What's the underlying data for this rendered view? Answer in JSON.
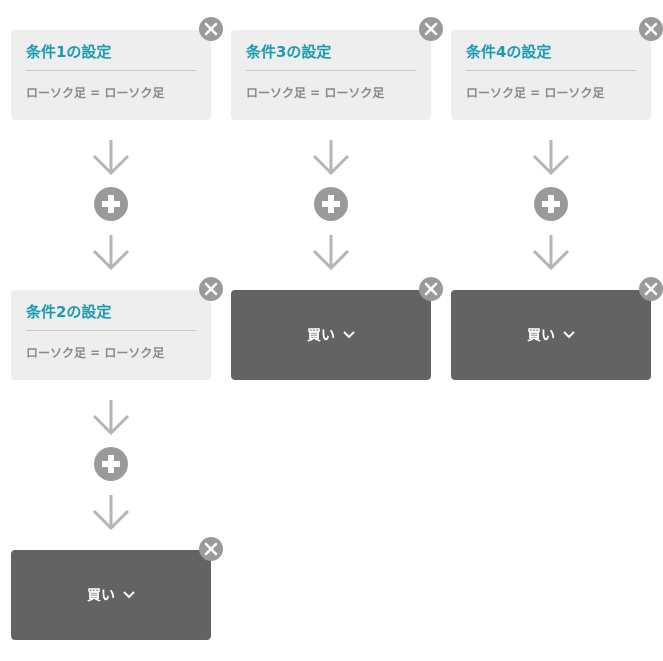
{
  "conditions": [
    {
      "title": "条件1の設定",
      "expression": "ローソク足 = ローソク足"
    },
    {
      "title": "条件2の設定",
      "expression": "ローソク足 = ローソク足"
    },
    {
      "title": "条件3の設定",
      "expression": "ローソク足 = ローソク足"
    },
    {
      "title": "条件4の設定",
      "expression": "ローソク足 = ローソク足"
    }
  ],
  "actions": [
    {
      "label": "買い"
    },
    {
      "label": "買い"
    },
    {
      "label": "買い"
    }
  ],
  "colors": {
    "title": "#1a9bb0",
    "card": "#eeeeee",
    "action": "#636363",
    "icon": "#9a9a9a",
    "arrow": "#b5b5b5"
  }
}
